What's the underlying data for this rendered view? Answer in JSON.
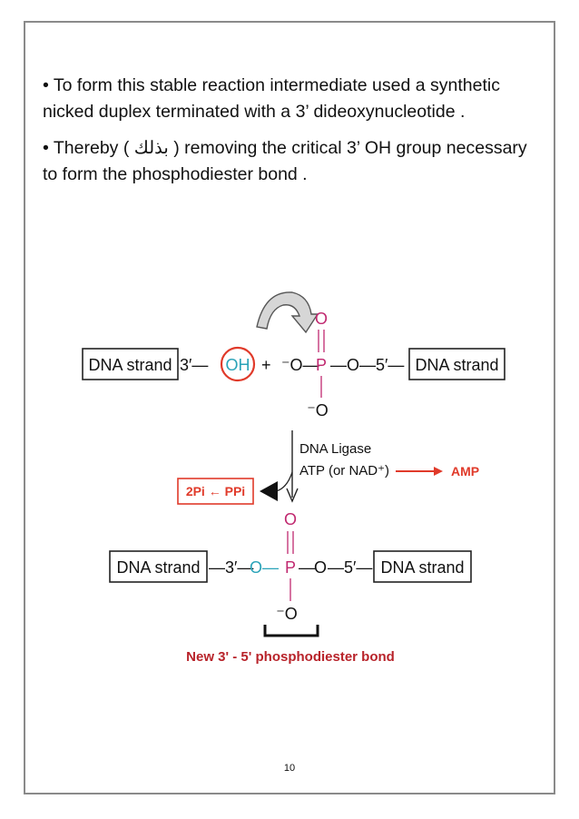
{
  "document": {
    "paragraphs": [
      "• To form this stable reaction intermediate used a synthetic nicked duplex terminated with a 3’ dideoxynucleotide .",
      "• Thereby ( بذلك ) removing the critical 3’ OH group necessary to form the phosphodiester bond ."
    ],
    "page_number": "10"
  },
  "diagram": {
    "top": {
      "left_box": "DNA strand",
      "left_link": "3′—",
      "oh": "OH",
      "plus": "+",
      "o_minus_left": "⁻O—",
      "p": "P",
      "o_right": "—O—5′—",
      "right_box": "DNA strand",
      "o_top": "O",
      "o_bottom": "⁻O"
    },
    "enzyme": {
      "line1": "DNA Ligase",
      "line2": "ATP (or NAD⁺)",
      "product": "AMP",
      "pyro": "2Pi ← PPi"
    },
    "bottom": {
      "left_box": "DNA strand",
      "left_link": "—3′—",
      "o_left": "O",
      "dash1": "—",
      "p": "P",
      "dash2": "—",
      "o_right": "O",
      "right_link": "—5′—",
      "right_box": "DNA strand",
      "o_top": "O",
      "o_bottom": "⁻O"
    },
    "caption": "New 3' - 5' phosphodiester bond",
    "colors": {
      "teal": "#2aa3b8",
      "magenta": "#c0286f",
      "red": "#e03a2a",
      "dark_red": "#b8232a"
    }
  }
}
